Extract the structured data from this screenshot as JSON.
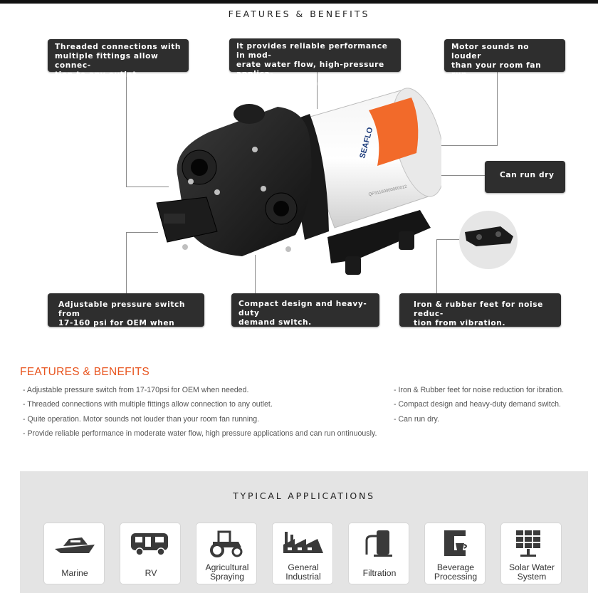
{
  "hero": {
    "title": "FEATURES & BENEFITS"
  },
  "callouts": {
    "threaded": "Threaded connections with\nmultiple fittings allow connec-\ntion to any outlet.",
    "performance": "It provides reliable performance in mod-\nerate water flow, high-pressure applica-\ntions and can runs continuously.",
    "motor": "Motor sounds no louder\nthan your room fan run-\nning.",
    "dry": "Can run dry",
    "pressure": "Adjustable pressure switch from\n17-160 psi for OEM when needed.",
    "compact": "Compact design and heavy-duty\ndemand switch.",
    "feet": "Iron & rubber feet for noise reduc-\ntion from vibration."
  },
  "product": {
    "serial": "QP31160000000012"
  },
  "features": {
    "title": "FEATURES & BENEFITS",
    "left": [
      "- Adjustable pressure switch from 17-170psi for OEM when needed.",
      "- Threaded connections with multiple fittings allow connection to any outlet.",
      "- Quite operation. Motor sounds not louder than your room fan running.",
      "- Provide reliable performance in moderate water flow, high pressure applications and can run ontinuously."
    ],
    "right": [
      "- Iron & Rubber feet for noise reduction for ibration.",
      "- Compact design and heavy-duty demand switch.",
      "- Can run dry."
    ]
  },
  "applications": {
    "title": "TYPICAL APPLICATIONS",
    "items": [
      {
        "label": "Marine",
        "icon": "yacht-icon"
      },
      {
        "label": "RV",
        "icon": "rv-icon"
      },
      {
        "label": "Agricultural\nSpraying",
        "icon": "tractor-icon"
      },
      {
        "label": "General\nIndustrial",
        "icon": "factory-icon"
      },
      {
        "label": "Filtration",
        "icon": "water-filter-icon"
      },
      {
        "label": "Beverage\nProcessing",
        "icon": "coffee-machine-icon"
      },
      {
        "label": "Solar Water\nSystem",
        "icon": "solar-panel-icon"
      }
    ]
  },
  "colors": {
    "accent": "#e8541e",
    "callout_bg": "#2e2e2e",
    "section_bg": "#e4e4e4"
  }
}
